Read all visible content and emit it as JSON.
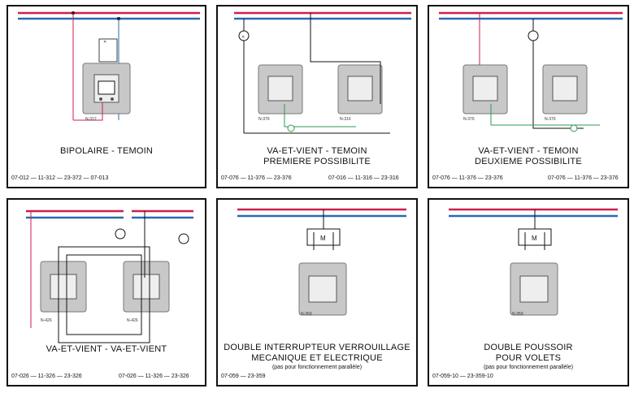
{
  "colors": {
    "phase": "#d01e4a",
    "neutral": "#2a6ab0",
    "earth": "#2f9a4e",
    "wire": "#111111",
    "switch_body": "#9a9a9a"
  },
  "panels": [
    {
      "title": "BIPOLAIRE - TEMOIN",
      "subtitle": "",
      "refs": [
        "07-012 — 11-312 — 23-372 — 07-013"
      ],
      "ref2": "",
      "switch_label": "N-312"
    },
    {
      "title": "VA-ET-VIENT - TEMOIN",
      "subtitle": "PREMIERE POSSIBILITE",
      "refs": [
        "07-076 — 11-376 — 23-376"
      ],
      "ref2": "07-016 — 11-316 — 23-316",
      "switch_label": "N-376",
      "switch_label2": "N-316"
    },
    {
      "title": "VA-ET-VIENT - TEMOIN",
      "subtitle": "DEUXIEME POSSIBILITE",
      "refs": [
        "07-076 — 11-376 — 23-376"
      ],
      "ref2": "07-076 — 11-376 — 23-376",
      "switch_label": "N-376",
      "switch_label2": "N-376"
    },
    {
      "title": "VA-ET-VIENT - VA-ET-VIENT",
      "subtitle": "",
      "refs": [
        "07-026 — 11-326 — 23-326"
      ],
      "ref2": "07-026 — 11-326 — 23-326",
      "switch_label": "N-426",
      "switch_label2": "N-426"
    },
    {
      "title": "DOUBLE INTERRUPTEUR VERROUILLAGE",
      "subtitle": "MECANIQUE ET ELECTRIQUE",
      "note": "(pas pour fonctionnement parallèle)",
      "refs": [
        "07-059 — 23-359"
      ],
      "ref2": "",
      "switch_label": "N-359",
      "motor": "M"
    },
    {
      "title": "DOUBLE POUSSOIR",
      "subtitle": "POUR VOLETS",
      "note": "(pas pour fonctionnement parallèle)",
      "refs": [
        "07-059-10 — 23-359-10"
      ],
      "ref2": "",
      "switch_label": "N-359",
      "motor": "M"
    }
  ]
}
